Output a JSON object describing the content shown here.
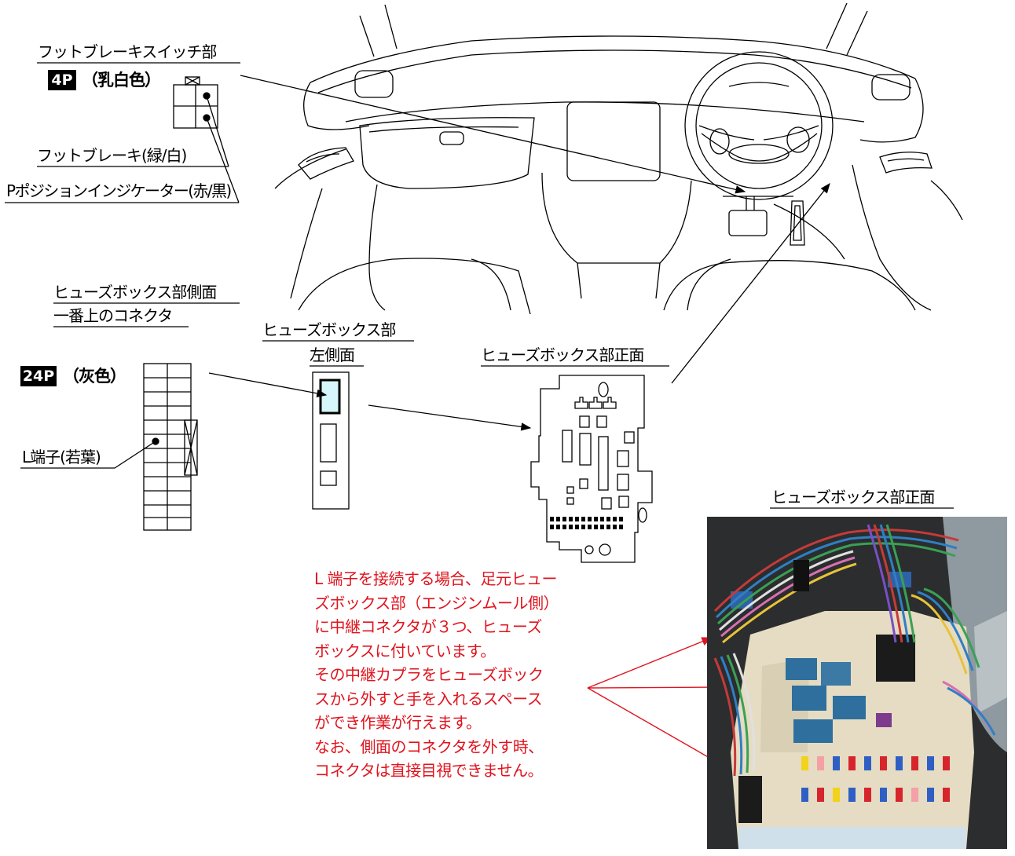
{
  "brake_switch": {
    "title": "フットブレーキスイッチ部",
    "pin_badge": "4P",
    "color_label": "（乳白色）",
    "wire_brake": "フットブレーキ(緑/白)",
    "wire_indicator": "Pポジションインジケーター(赤/黒)"
  },
  "fuse_side_connector": {
    "title_line1": "ヒューズボックス部側面",
    "title_line2": "一番上のコネクタ",
    "pin_badge": "24P",
    "color_label": "（灰色）",
    "terminal_label": "L端子(若葉)"
  },
  "fuse_left_side": {
    "title_line1": "ヒューズボックス部",
    "title_line2": "左側面"
  },
  "fuse_front": {
    "title": "ヒューズボックス部正面"
  },
  "photo": {
    "title": "ヒューズボックス部正面"
  },
  "note": {
    "lines": [
      "L 端子を接続する場合、足元ヒュー",
      "ズボックス部（エンジンムール側）",
      "に中継コネクタが３つ、ヒューズ",
      "ボックスに付いています。",
      "その中継カプラをヒューズボック",
      "スから外すと手を入れるスペース",
      "ができ作業が行えます。",
      "なお、側面のコネクタを外す時、",
      "コネクタは直接目視できません。"
    ],
    "color": "#e0141e"
  }
}
